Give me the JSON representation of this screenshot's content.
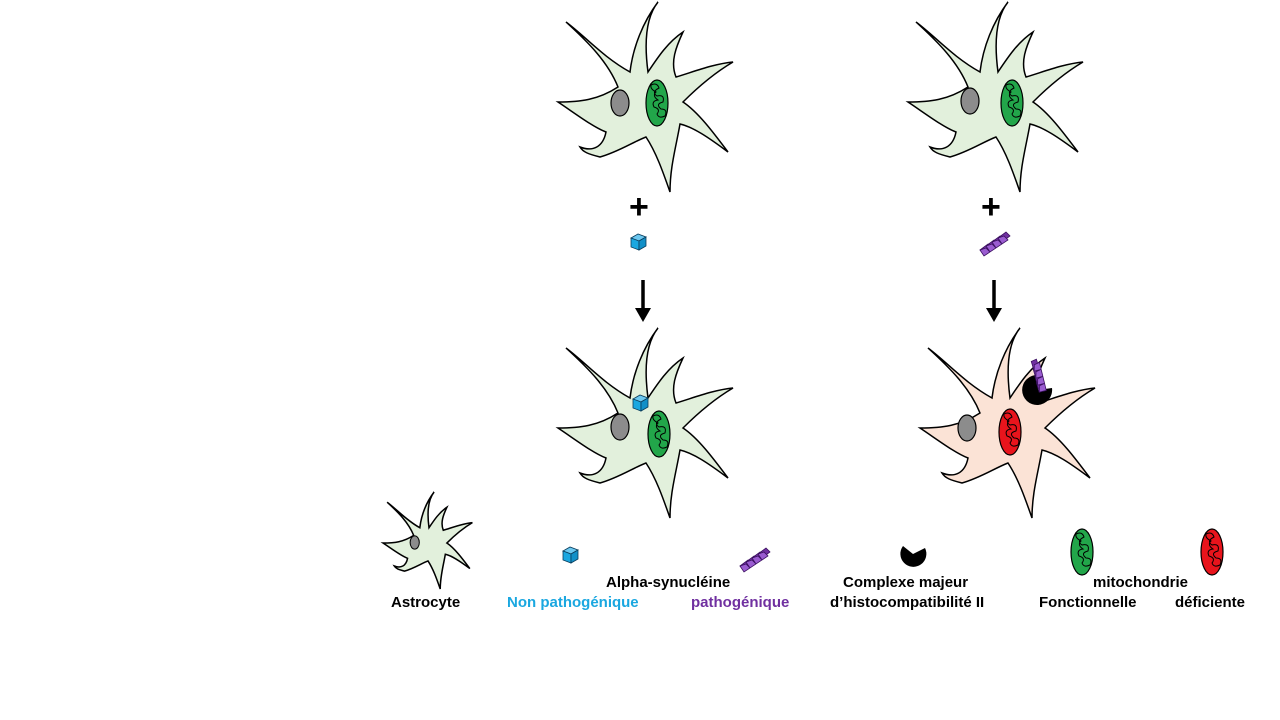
{
  "colors": {
    "cell_healthy": "#e2f0dc",
    "cell_reactive": "#fbe3d6",
    "nucleus": "#8c8c8c",
    "mito_functional": "#22a64a",
    "mito_deficient": "#e8141c",
    "syn_nonpathogenic": "#1aa7e0",
    "syn_pathogenic": "#7030a0",
    "mhc": "#000000",
    "outline": "#000000"
  },
  "panels": {
    "left": {
      "operator": "+",
      "agent": "non-pathogenic alpha-synuclein",
      "result": "healthy astrocyte with internalized monomer"
    },
    "right": {
      "operator": "+",
      "agent": "pathogenic alpha-synuclein",
      "result": "reactive astrocyte with MHC II and deficient mitochondria"
    }
  },
  "legend": {
    "astrocyte": "Astrocyte",
    "alpha_syn_title": "Alpha-synucléine",
    "non_pathogenic": "Non pathogénique",
    "pathogenic": "pathogénique",
    "mhc_line1": "Complexe majeur",
    "mhc_line2": "d’histocompatibilité II",
    "mito_title": "mitochondrie",
    "mito_functional": "Fonctionnelle",
    "mito_deficient": "déficiente"
  }
}
